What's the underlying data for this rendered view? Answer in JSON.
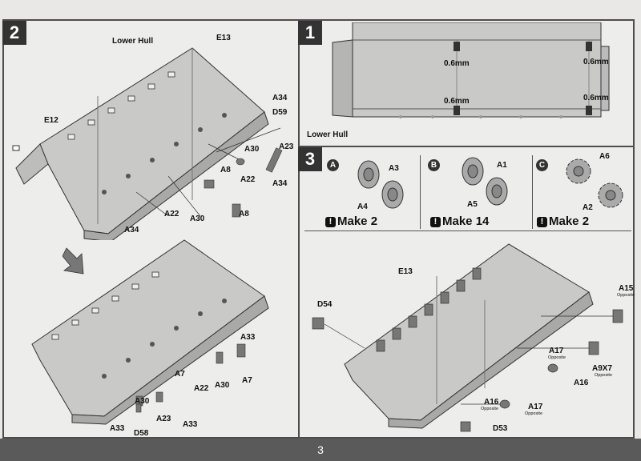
{
  "steps": {
    "s2": "2",
    "s1": "1",
    "s3": "3"
  },
  "step2_labels": {
    "lower_hull": "Lower Hull",
    "e13": "E13",
    "e12": "E12",
    "a34a": "A34",
    "d59": "D59",
    "a30a": "A30",
    "a23a": "A23",
    "a8a": "A8",
    "a22a": "A22",
    "a34b": "A34",
    "a22b": "A22",
    "a30b": "A30",
    "a8b": "A8",
    "a34c": "A34",
    "a33a": "A33",
    "a7a": "A7",
    "a7b": "A7",
    "a22c": "A22",
    "a30c": "A30",
    "a30d": "A30",
    "a23b": "A23",
    "a33b": "A33",
    "a33c": "A33",
    "d58": "D58"
  },
  "step1_labels": {
    "m1": "0.6mm",
    "m2": "0.6mm",
    "m3": "0.6mm",
    "m4": "0.6mm",
    "lower_hull": "Lower Hull"
  },
  "step3": {
    "a": {
      "letter": "A",
      "p1": "A3",
      "p2": "A4",
      "make_num": "Make 2"
    },
    "b": {
      "letter": "B",
      "p1": "A1",
      "p2": "A5",
      "make_num": "Make 14"
    },
    "c": {
      "letter": "C",
      "p1": "A6",
      "p2": "A2",
      "make_num": "Make 2"
    },
    "bang": "!"
  },
  "step3_assembly": {
    "e13": "E13",
    "d54": "D54",
    "a15": "A15",
    "a15_sub": "Opposite",
    "a17a": "A17",
    "a17a_sub": "Opposite",
    "a16a": "A16",
    "a9x7": "A9X7",
    "a9x7_sub": "Opposite",
    "a16b": "A16",
    "a16b_sub": "Opposite",
    "a17b": "A17",
    "a17b_sub": "Opposite",
    "d53": "D53"
  },
  "page_number": "3"
}
